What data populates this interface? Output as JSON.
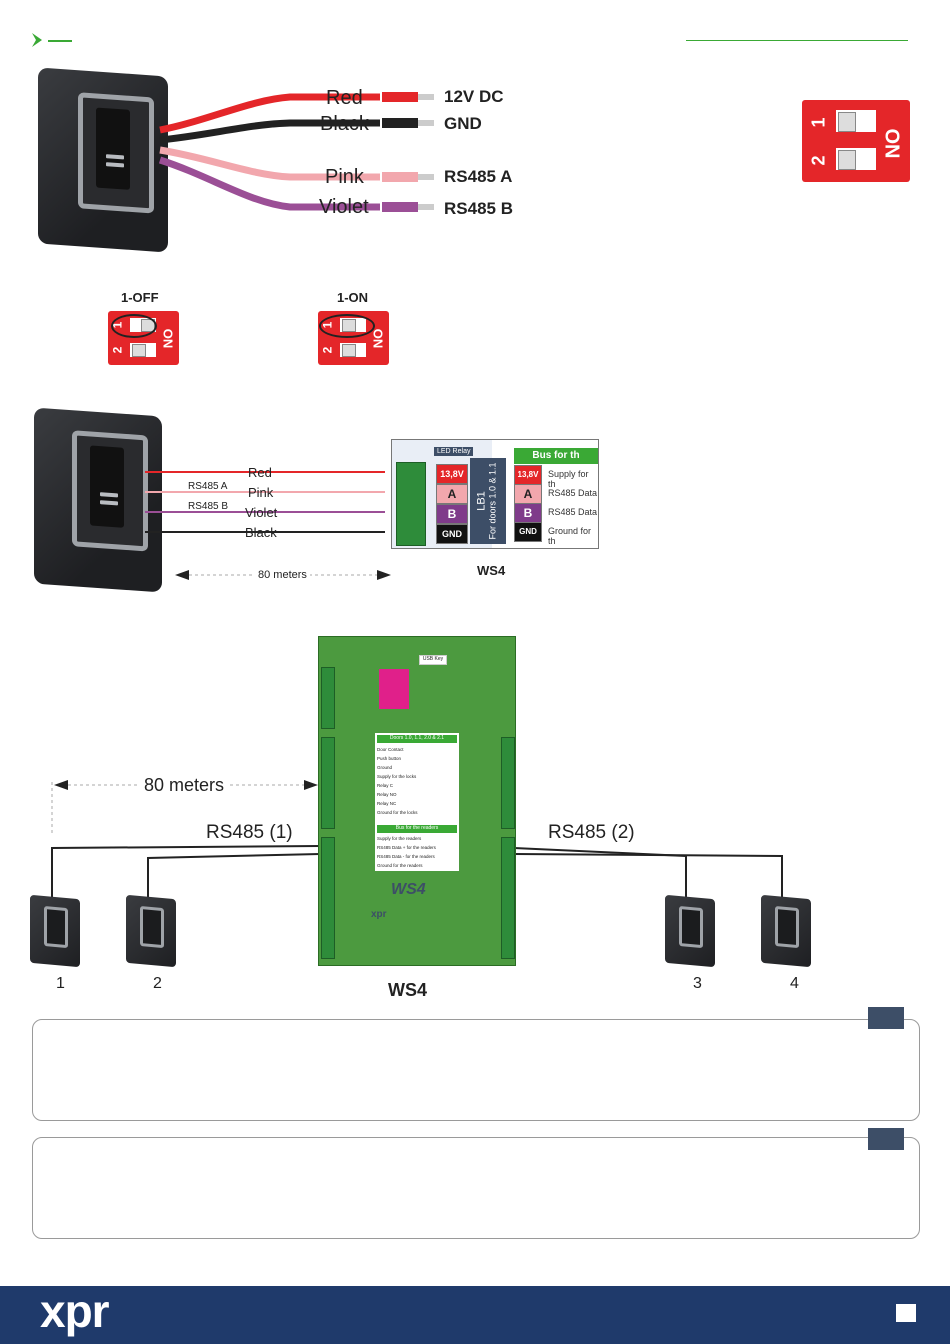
{
  "header": {
    "arrow_icon": "chevron-right-icon",
    "accent_color": "#3aa935"
  },
  "wiring": {
    "wires": [
      {
        "name": "Red",
        "signal": "12V DC",
        "color": "#e42629"
      },
      {
        "name": "Black",
        "signal": "GND",
        "color": "#222222"
      },
      {
        "name": "Pink",
        "signal": "RS485 A",
        "color": "#f2a7ad"
      },
      {
        "name": "Violet",
        "signal": "RS485 B",
        "color": "#9b4f96"
      }
    ]
  },
  "dip_switch": {
    "num1": "1",
    "num2": "2",
    "on_label": "ON"
  },
  "dip_states": {
    "off_label": "1-OFF",
    "on_label": "1-ON"
  },
  "cable": {
    "wires": [
      "Red",
      "Pink",
      "Violet",
      "Black"
    ],
    "rs485a": "RS485 A",
    "rs485b": "RS485 B",
    "distance": "80 meters"
  },
  "ws4_excerpt": {
    "led_relay": "LED Relay",
    "terminals": [
      "13,8V",
      "A",
      "B",
      "GND"
    ],
    "lb1_title": "LB1",
    "lb1_sub": "For doors 1.0 & 1.1",
    "bus_title": "Bus for th",
    "descriptions": [
      "Supply for th",
      "RS485 Data",
      "RS485 Data",
      "Ground for th"
    ],
    "caption": "WS4"
  },
  "network": {
    "distance": "80 meters",
    "bus_left": "RS485 (1)",
    "bus_right": "RS485 (2)",
    "readers": [
      "1",
      "2",
      "3",
      "4"
    ],
    "caption": "WS4",
    "board": {
      "usb_key": "USB Key",
      "logo": "WS4",
      "brand": "xpr",
      "doors_title": "Doors 1.0, 1.1, 2.0 & 2.1",
      "doors_rows": [
        "Door Contact",
        "Push button",
        "Ground",
        "Supply for the locks",
        "Relay C",
        "Relay NO",
        "Relay NC",
        "Ground for the locks"
      ],
      "bus_title": "Bus for the readers",
      "bus_rows": [
        "Supply for the readers",
        "RS485 Data + for the readers",
        "RS485 Data - for the readers",
        "Ground for the readers"
      ]
    }
  },
  "footer": {
    "logo": "xpr",
    "bg_color": "#1f3a6b"
  }
}
